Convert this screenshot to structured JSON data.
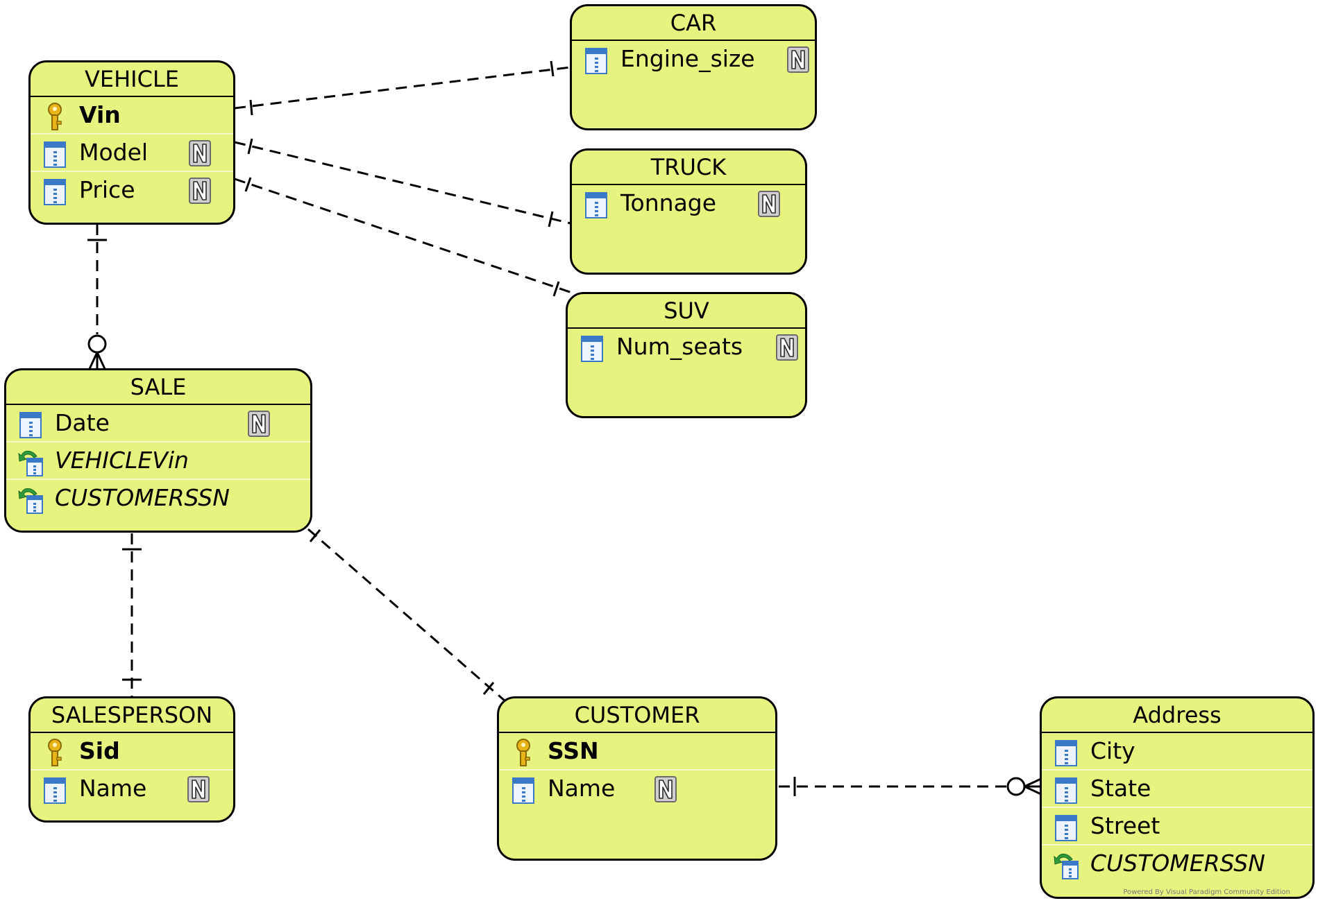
{
  "colors": {
    "entity_fill": "#e6f47f",
    "border": "#000000",
    "row_separator": "#f6fbcb",
    "pk_icon": "#e8b418",
    "column_icon": "#3a78c8",
    "fk_icon": "#2e9a3a"
  },
  "entities": {
    "vehicle": {
      "name": "VEHICLE",
      "attributes": [
        {
          "name": "Vin",
          "kind": "pk-icon"
        },
        {
          "name": "Model",
          "kind": "column-icon",
          "nullable": "N"
        },
        {
          "name": "Price",
          "kind": "column-icon",
          "nullable": "N"
        }
      ]
    },
    "car": {
      "name": "CAR",
      "attributes": [
        {
          "name": "Engine_size",
          "kind": "column-icon",
          "nullable": "N"
        }
      ]
    },
    "truck": {
      "name": "TRUCK",
      "attributes": [
        {
          "name": "Tonnage",
          "kind": "column-icon",
          "nullable": "N"
        }
      ]
    },
    "suv": {
      "name": "SUV",
      "attributes": [
        {
          "name": "Num_seats",
          "kind": "column-icon",
          "nullable": "N"
        }
      ]
    },
    "sale": {
      "name": "SALE",
      "attributes": [
        {
          "name": "Date",
          "kind": "column-icon",
          "nullable": "N"
        },
        {
          "name": "VEHICLEVin",
          "kind": "fk-icon"
        },
        {
          "name": "CUSTOMERSSN",
          "kind": "fk-icon"
        }
      ]
    },
    "salesperson": {
      "name": "SALESPERSON",
      "attributes": [
        {
          "name": "Sid",
          "kind": "pk-icon"
        },
        {
          "name": "Name",
          "kind": "column-icon",
          "nullable": "N"
        }
      ]
    },
    "customer": {
      "name": "CUSTOMER",
      "attributes": [
        {
          "name": "SSN",
          "kind": "pk-icon"
        },
        {
          "name": "Name",
          "kind": "column-icon",
          "nullable": "N"
        }
      ]
    },
    "address": {
      "name": "Address",
      "attributes": [
        {
          "name": "City",
          "kind": "column-icon"
        },
        {
          "name": "State",
          "kind": "column-icon"
        },
        {
          "name": "Street",
          "kind": "column-icon"
        },
        {
          "name": "CUSTOMERSSN",
          "kind": "fk-icon"
        }
      ]
    }
  },
  "relationships": [
    {
      "from": "VEHICLE",
      "to": "CAR",
      "from_end": "one",
      "to_end": "one"
    },
    {
      "from": "VEHICLE",
      "to": "TRUCK",
      "from_end": "one",
      "to_end": "one"
    },
    {
      "from": "VEHICLE",
      "to": "SUV",
      "from_end": "one",
      "to_end": "one"
    },
    {
      "from": "VEHICLE",
      "to": "SALE",
      "from_end": "one",
      "to_end": "zero-or-many"
    },
    {
      "from": "SALE",
      "to": "SALESPERSON",
      "from_end": "one",
      "to_end": "one"
    },
    {
      "from": "SALE",
      "to": "CUSTOMER",
      "from_end": "one",
      "to_end": "one"
    },
    {
      "from": "CUSTOMER",
      "to": "Address",
      "from_end": "one",
      "to_end": "zero-or-many"
    }
  ],
  "watermark": "Powered By Visual Paradigm Community Edition"
}
